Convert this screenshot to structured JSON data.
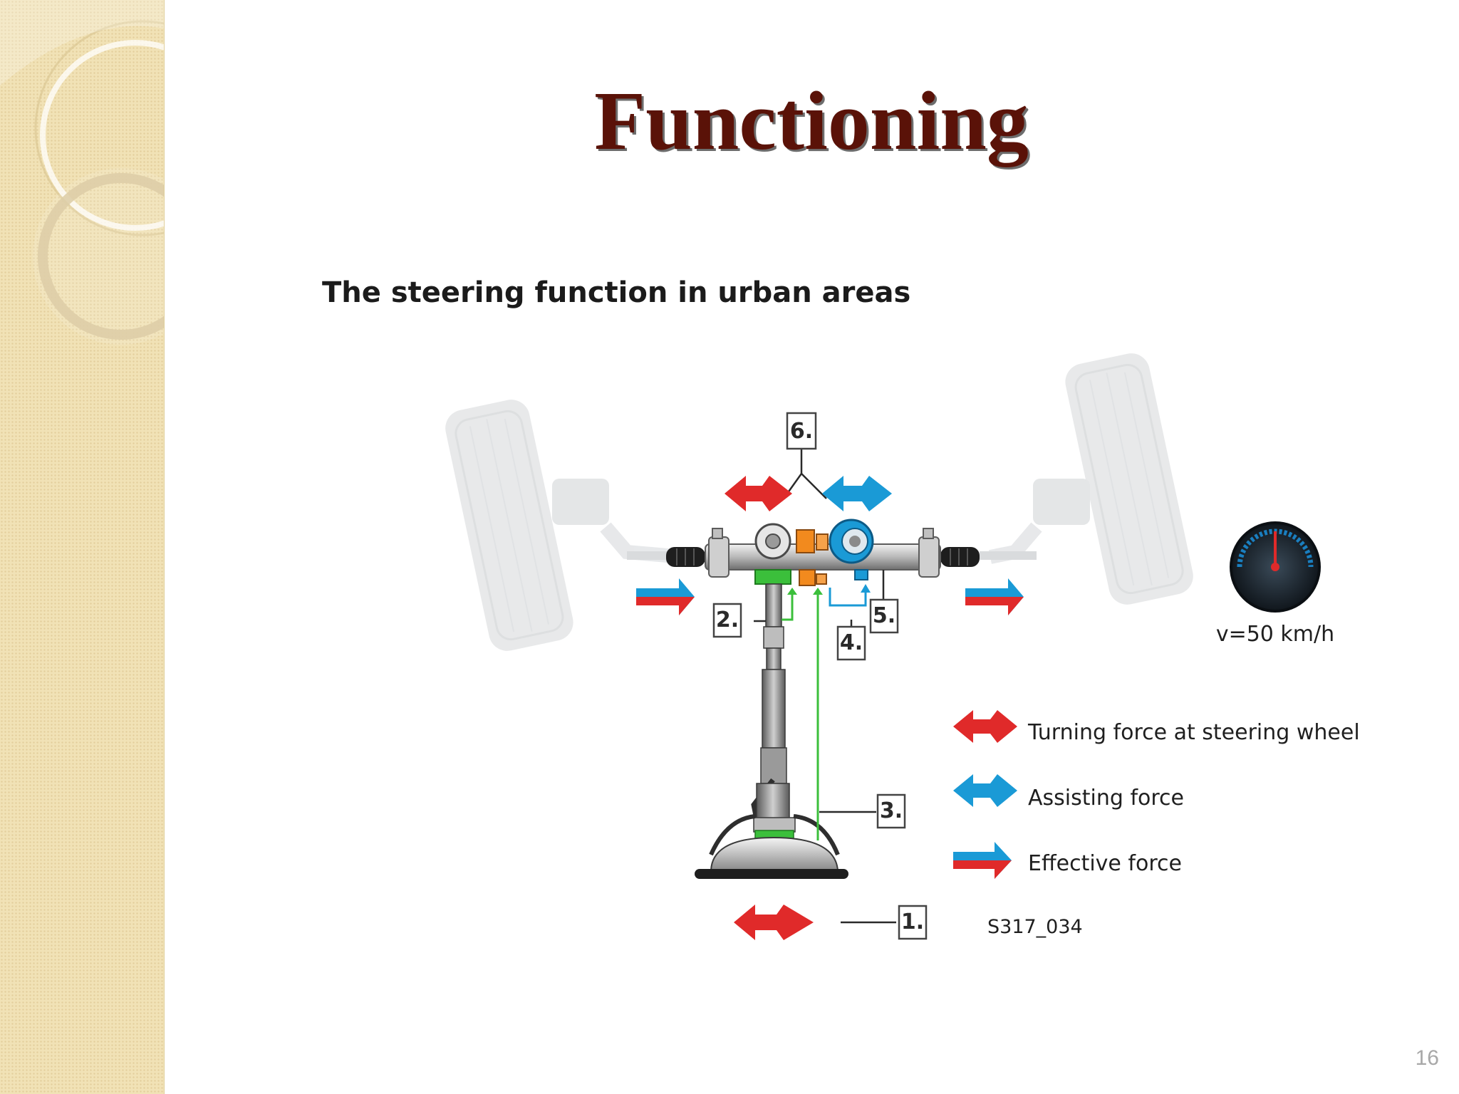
{
  "slide": {
    "title": "Functioning",
    "page_number": "16"
  },
  "diagram": {
    "heading": "The steering function in urban areas",
    "callouts": [
      "1.",
      "2.",
      "3.",
      "4.",
      "5.",
      "6."
    ],
    "speed_label": "v=50 km/h",
    "legend": [
      {
        "label": "Turning force at steering wheel",
        "color": "#e02a2a"
      },
      {
        "label": "Assisting force",
        "color": "#1a9ad6"
      },
      {
        "label": "Effective force",
        "color": "#1a9ad6"
      }
    ],
    "figure_code": "S317_034"
  },
  "colors": {
    "title": "#5a1208",
    "turning_force": "#e02a2a",
    "assisting_force": "#1a9ad6",
    "signal_green": "#3bbf3b",
    "sidebar": "#f1e2b6"
  }
}
